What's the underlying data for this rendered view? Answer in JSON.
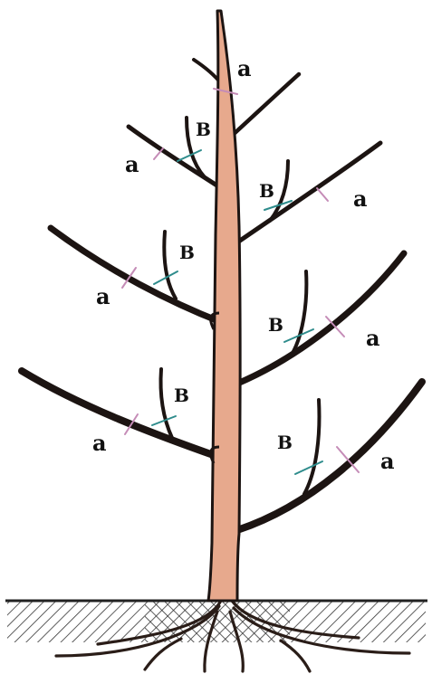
{
  "diagram": {
    "colors": {
      "background": "#ffffff",
      "trunk_fill": "#e7a98d",
      "outline": "#1c1412",
      "cut_mark_a": "#c58cb7",
      "cut_mark_b": "#2e8c8c",
      "soil_line": "#222222",
      "roots": "#2a1d18"
    },
    "labels": {
      "top": "a",
      "tier1_left_a": "a",
      "tier1_left_b": "B",
      "tier1_right_b": "B",
      "tier1_right_a": "a",
      "tier2_left_a": "a",
      "tier2_left_b": "B",
      "tier2_right_b": "B",
      "tier2_right_a": "a",
      "tier3_left_a": "a",
      "tier3_left_b": "B",
      "tier3_right_b": "B",
      "tier3_right_a": "a"
    }
  }
}
